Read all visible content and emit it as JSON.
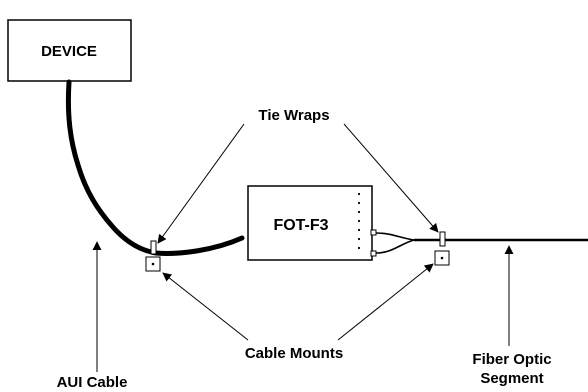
{
  "device": {
    "label": "DEVICE"
  },
  "transceiver": {
    "label": "FOT-F3"
  },
  "callouts": {
    "tie_wraps": "Tie Wraps",
    "cable_mounts": "Cable Mounts",
    "aui_cable": "AUI Cable",
    "fiber_optic_line1": "Fiber Optic",
    "fiber_optic_line2": "Segment"
  },
  "colors": {
    "ink": "#000000",
    "background": "#ffffff"
  }
}
